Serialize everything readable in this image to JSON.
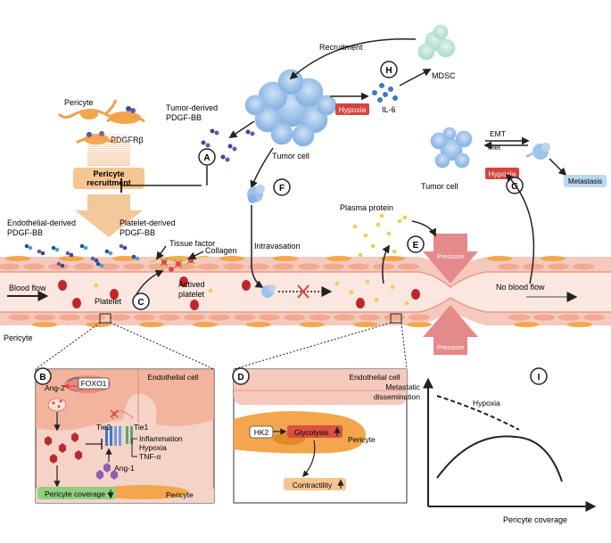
{
  "colors": {
    "vessel_wall": "#f5c9bd",
    "vessel_lumen": "#fbe4dc",
    "endothelial_cell": "#f2a98f",
    "pericyte": "#f3a64b",
    "tumor_cell": "#8db8e6",
    "hypoxia": "#d7433f",
    "pressure_arrow": "#e58a8a",
    "panel_box": "#f5d3c7",
    "pericyte_coverage_box": "#8fcf80",
    "contractility_box": "#f6c690",
    "metastasis_box": "#bcd8f3"
  },
  "labels": {
    "A": "A",
    "B": "B",
    "C": "C",
    "D": "D",
    "E": "E",
    "F": "F",
    "G": "G",
    "H": "H",
    "I": "I"
  },
  "top": {
    "recruitment": "Recruitment",
    "mdsc": "MDSC",
    "hypoxia": "Hypoxia",
    "il6": "IL-6",
    "pericyte": "Pericyte",
    "pdgfrb": "PDGFRβ",
    "tumor_derived_pdgfbb_1": "Tumor-derived",
    "tumor_derived_pdgfbb_2": "PDGF-BB",
    "tumor_cell": "Tumor cell",
    "pericyte_recruitment_1": "Pericyte",
    "pericyte_recruitment_2": "recruitment",
    "emt": "EMT",
    "met": "Met",
    "tumor_cell_right": "Tumor cell",
    "hypoxia_right": "Hypoxia",
    "metastasis": "Metastasis",
    "endothelial_derived_1": "Endothelial-derived",
    "endothelial_derived_2": "PDGF-BB",
    "platelet_derived_1": "Platelet-derived",
    "platelet_derived_2": "PDGF-BB",
    "tissue_factor": "Tissue factor",
    "collagen": "Collagen",
    "plasma_protein": "Plasma protein",
    "intravasation": "Intravasation",
    "pressure_top": "Pressure",
    "pressure_bottom": "Pressure",
    "blood_flow": "Blood flow",
    "no_blood_flow": "No blood flow",
    "platelet": "Platelet",
    "actived_platelet_1": "Actived",
    "actived_platelet_2": "platelet",
    "pericyte_bottom": "Pericyte"
  },
  "panel_b": {
    "endothelial_cell": "Endothelial cell",
    "foxo1": "FOXO1",
    "ang2": "Ang-2",
    "tie2": "Tie2",
    "tie1": "Tie1",
    "inflammation": "Inflammation",
    "hypoxia": "Hypoxia",
    "tnfa": "TNF-α",
    "ang1": "Ang-1",
    "pericyte_coverage": "Pericyte coverage",
    "pericyte": "Pericyte"
  },
  "panel_d": {
    "endothelial_cell": "Endothelial cell",
    "hk2": "HK2",
    "glycolysis": "Glycolysis",
    "pericyte": "Pericyte",
    "contractility": "Contractility"
  },
  "panel_i": {
    "hypoxia": "Hypoxia",
    "ylabel_1": "Metastatic",
    "ylabel_2": "dissemination",
    "xlabel": "Pericyte coverage"
  }
}
